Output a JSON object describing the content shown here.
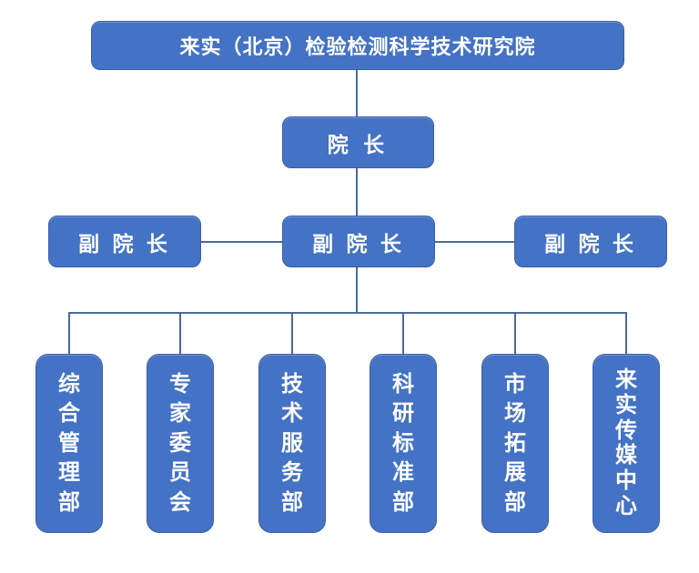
{
  "page": {
    "background": "#ffffff"
  },
  "colors": {
    "page_bg": "#ffffff",
    "box_fill": "#4472C4",
    "box_border": "#3a5da8",
    "box_text": "#ffffff",
    "connector": "#4a6b9a"
  },
  "org_chart": {
    "root": {
      "label": "来实（北京）检验检测科学技术研究院"
    },
    "president": {
      "label": "院 长"
    },
    "vice_presidents": [
      {
        "label": "副 院 长"
      },
      {
        "label": "副 院 长"
      },
      {
        "label": "副 院 长"
      }
    ],
    "departments": [
      {
        "label": "综合管理部"
      },
      {
        "label": "专家委员会"
      },
      {
        "label": "技术服务部"
      },
      {
        "label": "科研标准部"
      },
      {
        "label": "市场拓展部"
      },
      {
        "label": "来实传媒中心"
      }
    ]
  }
}
